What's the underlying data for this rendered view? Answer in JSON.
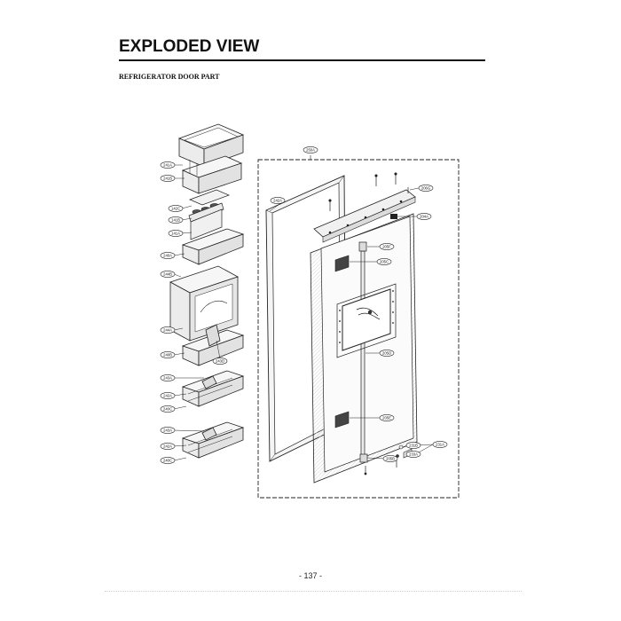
{
  "header": {
    "title": "EXPLODED VIEW",
    "subtitle": "REFRIGERATOR DOOR PART"
  },
  "footer": {
    "page_number": "- 137 -"
  },
  "callouts": {
    "c250A": "250A",
    "c241A": "241A",
    "c241B": "241B",
    "c242A": "242A",
    "c142C": "142C",
    "c141B": "141B",
    "c141A": "141A",
    "c240A": "240A",
    "c244B": "244B",
    "c244A": "244A",
    "c240B": "240B",
    "c243D": "243D",
    "c243A_1": "243A",
    "c242A_2": "242A",
    "c240C_1": "240C",
    "c243A_2": "243A",
    "c242A_3": "242A",
    "c240C_2": "240C",
    "c206G": "206G",
    "c204A": "204A",
    "c205F": "205F",
    "c205C": "205C",
    "c205D": "205D",
    "c205E": "205E",
    "c231A": "231A",
    "c231B": "231B",
    "c233A": "233A",
    "c205B": "205B"
  }
}
